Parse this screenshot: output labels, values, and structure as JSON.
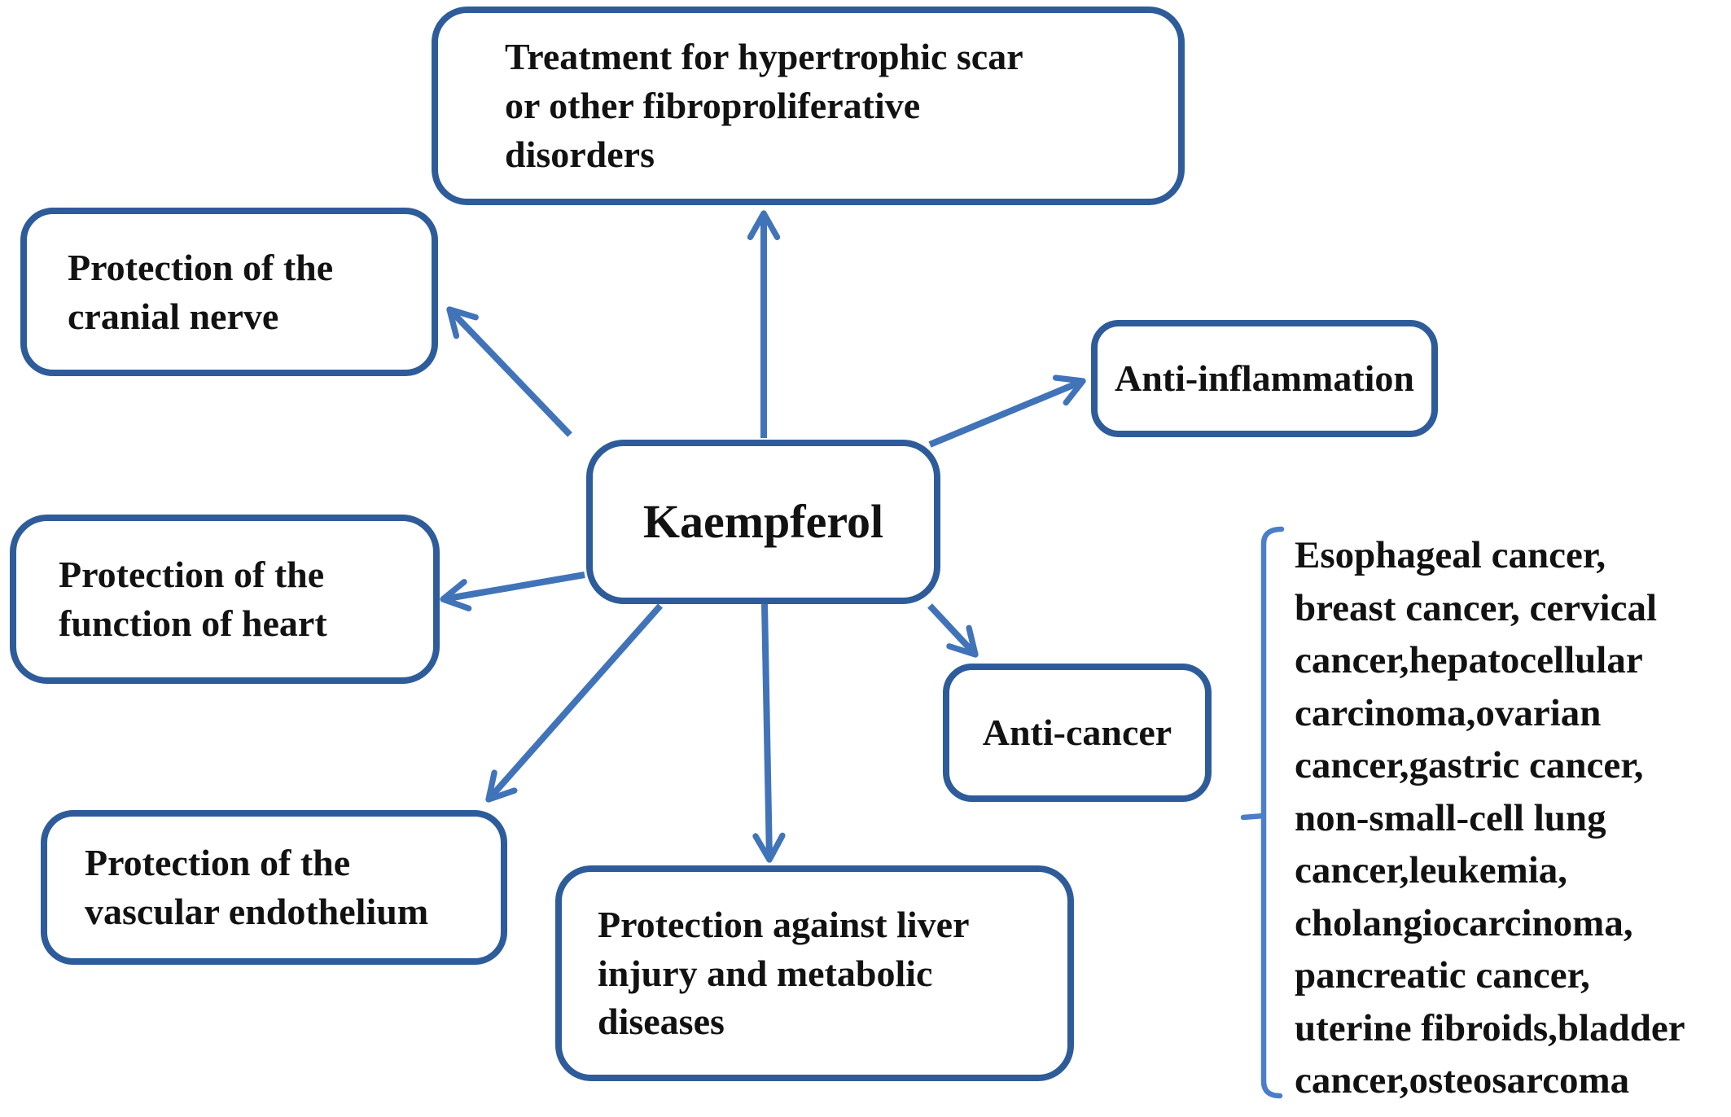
{
  "nodes": {
    "kaempferol": {
      "label": "Kaempferol"
    },
    "treatment": {
      "label": "Treatment for hypertrophic scar\nor other fibroproliferative\ndisorders"
    },
    "cranial": {
      "label": "Protection of the\ncranial nerve"
    },
    "inflammation": {
      "label": "Anti-inflammation"
    },
    "heart": {
      "label": "Protection of the\nfunction of heart"
    },
    "cancer": {
      "label": "Anti-cancer"
    },
    "vascular": {
      "label": "Protection of the\nvascular endothelium"
    },
    "liver": {
      "label": "Protection against liver\ninjury and metabolic\ndiseases"
    }
  },
  "edges": [
    {
      "from": "kaempferol",
      "to": "treatment"
    },
    {
      "from": "kaempferol",
      "to": "cranial"
    },
    {
      "from": "kaempferol",
      "to": "inflammation"
    },
    {
      "from": "kaempferol",
      "to": "heart"
    },
    {
      "from": "kaempferol",
      "to": "cancer"
    },
    {
      "from": "kaempferol",
      "to": "vascular"
    },
    {
      "from": "kaempferol",
      "to": "liver"
    }
  ],
  "cancer_list": {
    "bracket_links_to": "Anti-cancer",
    "lines": [
      "Esophageal cancer,",
      "breast cancer, cervical",
      "cancer,hepatocellular",
      "carcinoma,ovarian",
      "cancer,gastric cancer,",
      "non-small-cell lung",
      "cancer,leukemia,",
      "cholangiocarcinoma,",
      "pancreatic cancer,",
      "uterine fibroids,bladder",
      "cancer,osteosarcoma"
    ]
  },
  "colors": {
    "box_border": "#2e5c9a",
    "arrow": "#4173b9",
    "bracket": "#4b7ec9",
    "text": "#121212",
    "background": "#ffffff"
  }
}
